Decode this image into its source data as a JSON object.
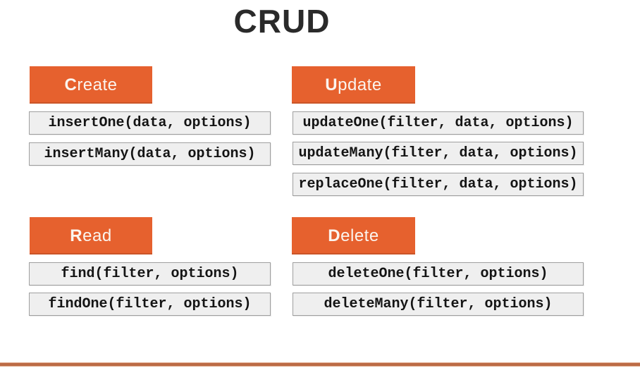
{
  "title": "CRUD",
  "colors": {
    "accent": "#E6612E",
    "header_text": "#FBF4EE",
    "code_box_bg": "#EFEFEF",
    "code_box_border": "#9F9F9F",
    "code_text": "#141414",
    "title_color": "#2A2A2A",
    "footer_bar": "#BC6B45",
    "footer_bar_edge": "#E0AA8C",
    "background": "#FFFFFF"
  },
  "sections": [
    {
      "id": "create",
      "label": "Create",
      "label_bold": "C",
      "label_rest": "reate",
      "methods": [
        "insertOne(data, options)",
        "insertMany(data, options)"
      ]
    },
    {
      "id": "update",
      "label": "Update",
      "label_bold": "U",
      "label_rest": "pdate",
      "methods": [
        "updateOne(filter, data, options)",
        "updateMany(filter, data, options)",
        "replaceOne(filter, data, options)"
      ]
    },
    {
      "id": "read",
      "label": "Read",
      "label_bold": "R",
      "label_rest": "ead",
      "methods": [
        "find(filter, options)",
        "findOne(filter, options)"
      ]
    },
    {
      "id": "delete",
      "label": "Delete",
      "label_bold": "D",
      "label_rest": "elete",
      "methods": [
        "deleteOne(filter, options)",
        "deleteMany(filter, options)"
      ]
    }
  ]
}
